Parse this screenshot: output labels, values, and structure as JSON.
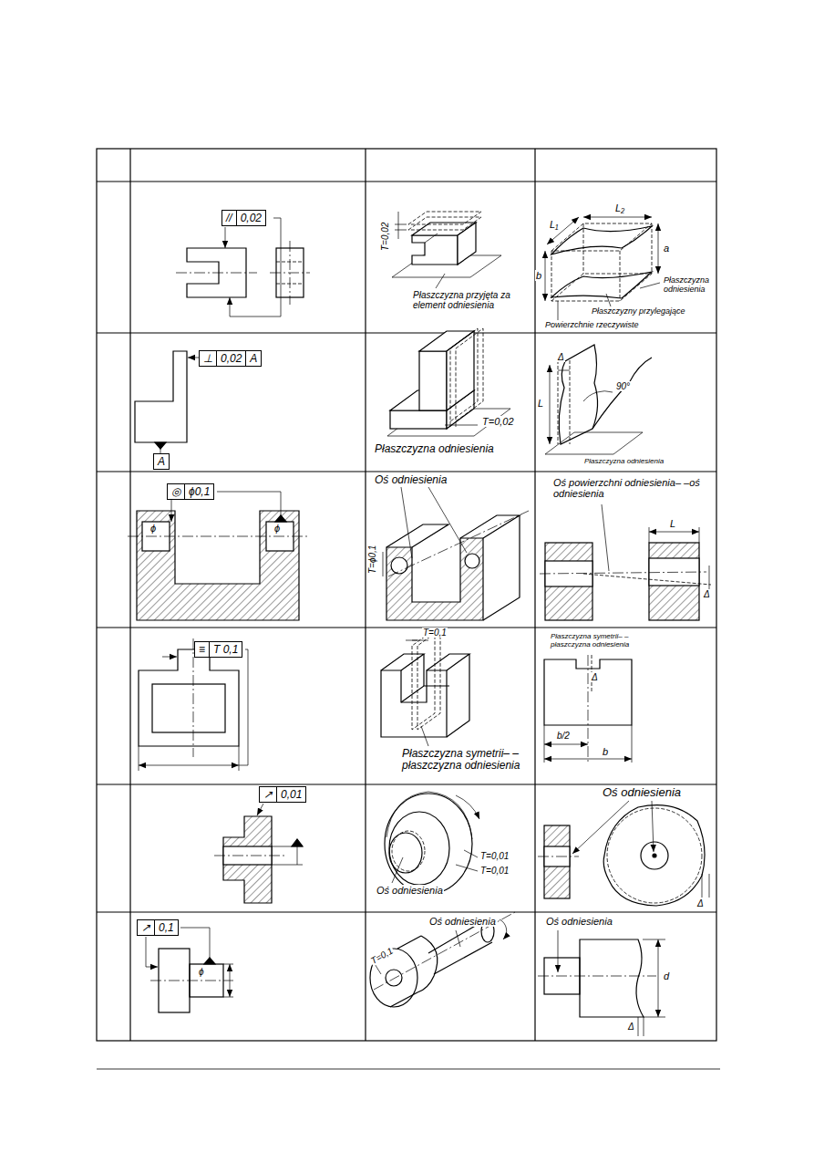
{
  "diagram": {
    "nodes": [
      {
        "text": [
          "//",
          "0,02"
        ]
      },
      {
        "text": [
          "⊥",
          "0,02",
          "A"
        ]
      },
      {
        "text": [
          "A"
        ]
      },
      {
        "text": [
          "◎",
          "ϕ0,1"
        ]
      },
      {
        "text": [
          "≡",
          "T 0,1"
        ]
      },
      {
        "text": [
          "↗",
          "0,01"
        ]
      },
      {
        "text": [
          "↗",
          "0,1"
        ]
      }
    ],
    "labels": [
      "T=0,02",
      "Płaszczyzna przyjęta za element odniesienia",
      "L₂",
      "L₁",
      "a",
      "b",
      "Płaszczyzna odniesienia",
      "Płaszczyzny przylegające",
      "Powierzchnie rzeczywiste",
      "T=0,02",
      "Płaszczyzna odniesienia",
      "Δ",
      "L",
      "90°",
      "Płaszczyzna odniesienia",
      "ϕ",
      "ϕ",
      "Oś odniesienia",
      "T=ϕ0,1",
      "Oś powierzchni odniesienia– –oś odniesienia",
      "L",
      "Δ",
      "T=0,1",
      "Płaszczyzna symetrii– –płaszczyzna odniesienia",
      "Płaszczyzna symetrii– –płaszczyzna odniesienia",
      "Δ",
      "b/2",
      "b",
      "T=0,01",
      "T=0,01",
      "Oś odniesienia",
      "Oś odniesienia",
      "Δ",
      "T=0,1",
      "Oś odniesienia",
      "Oś odniesienia",
      "d",
      "Δ",
      "ϕ"
    ]
  }
}
